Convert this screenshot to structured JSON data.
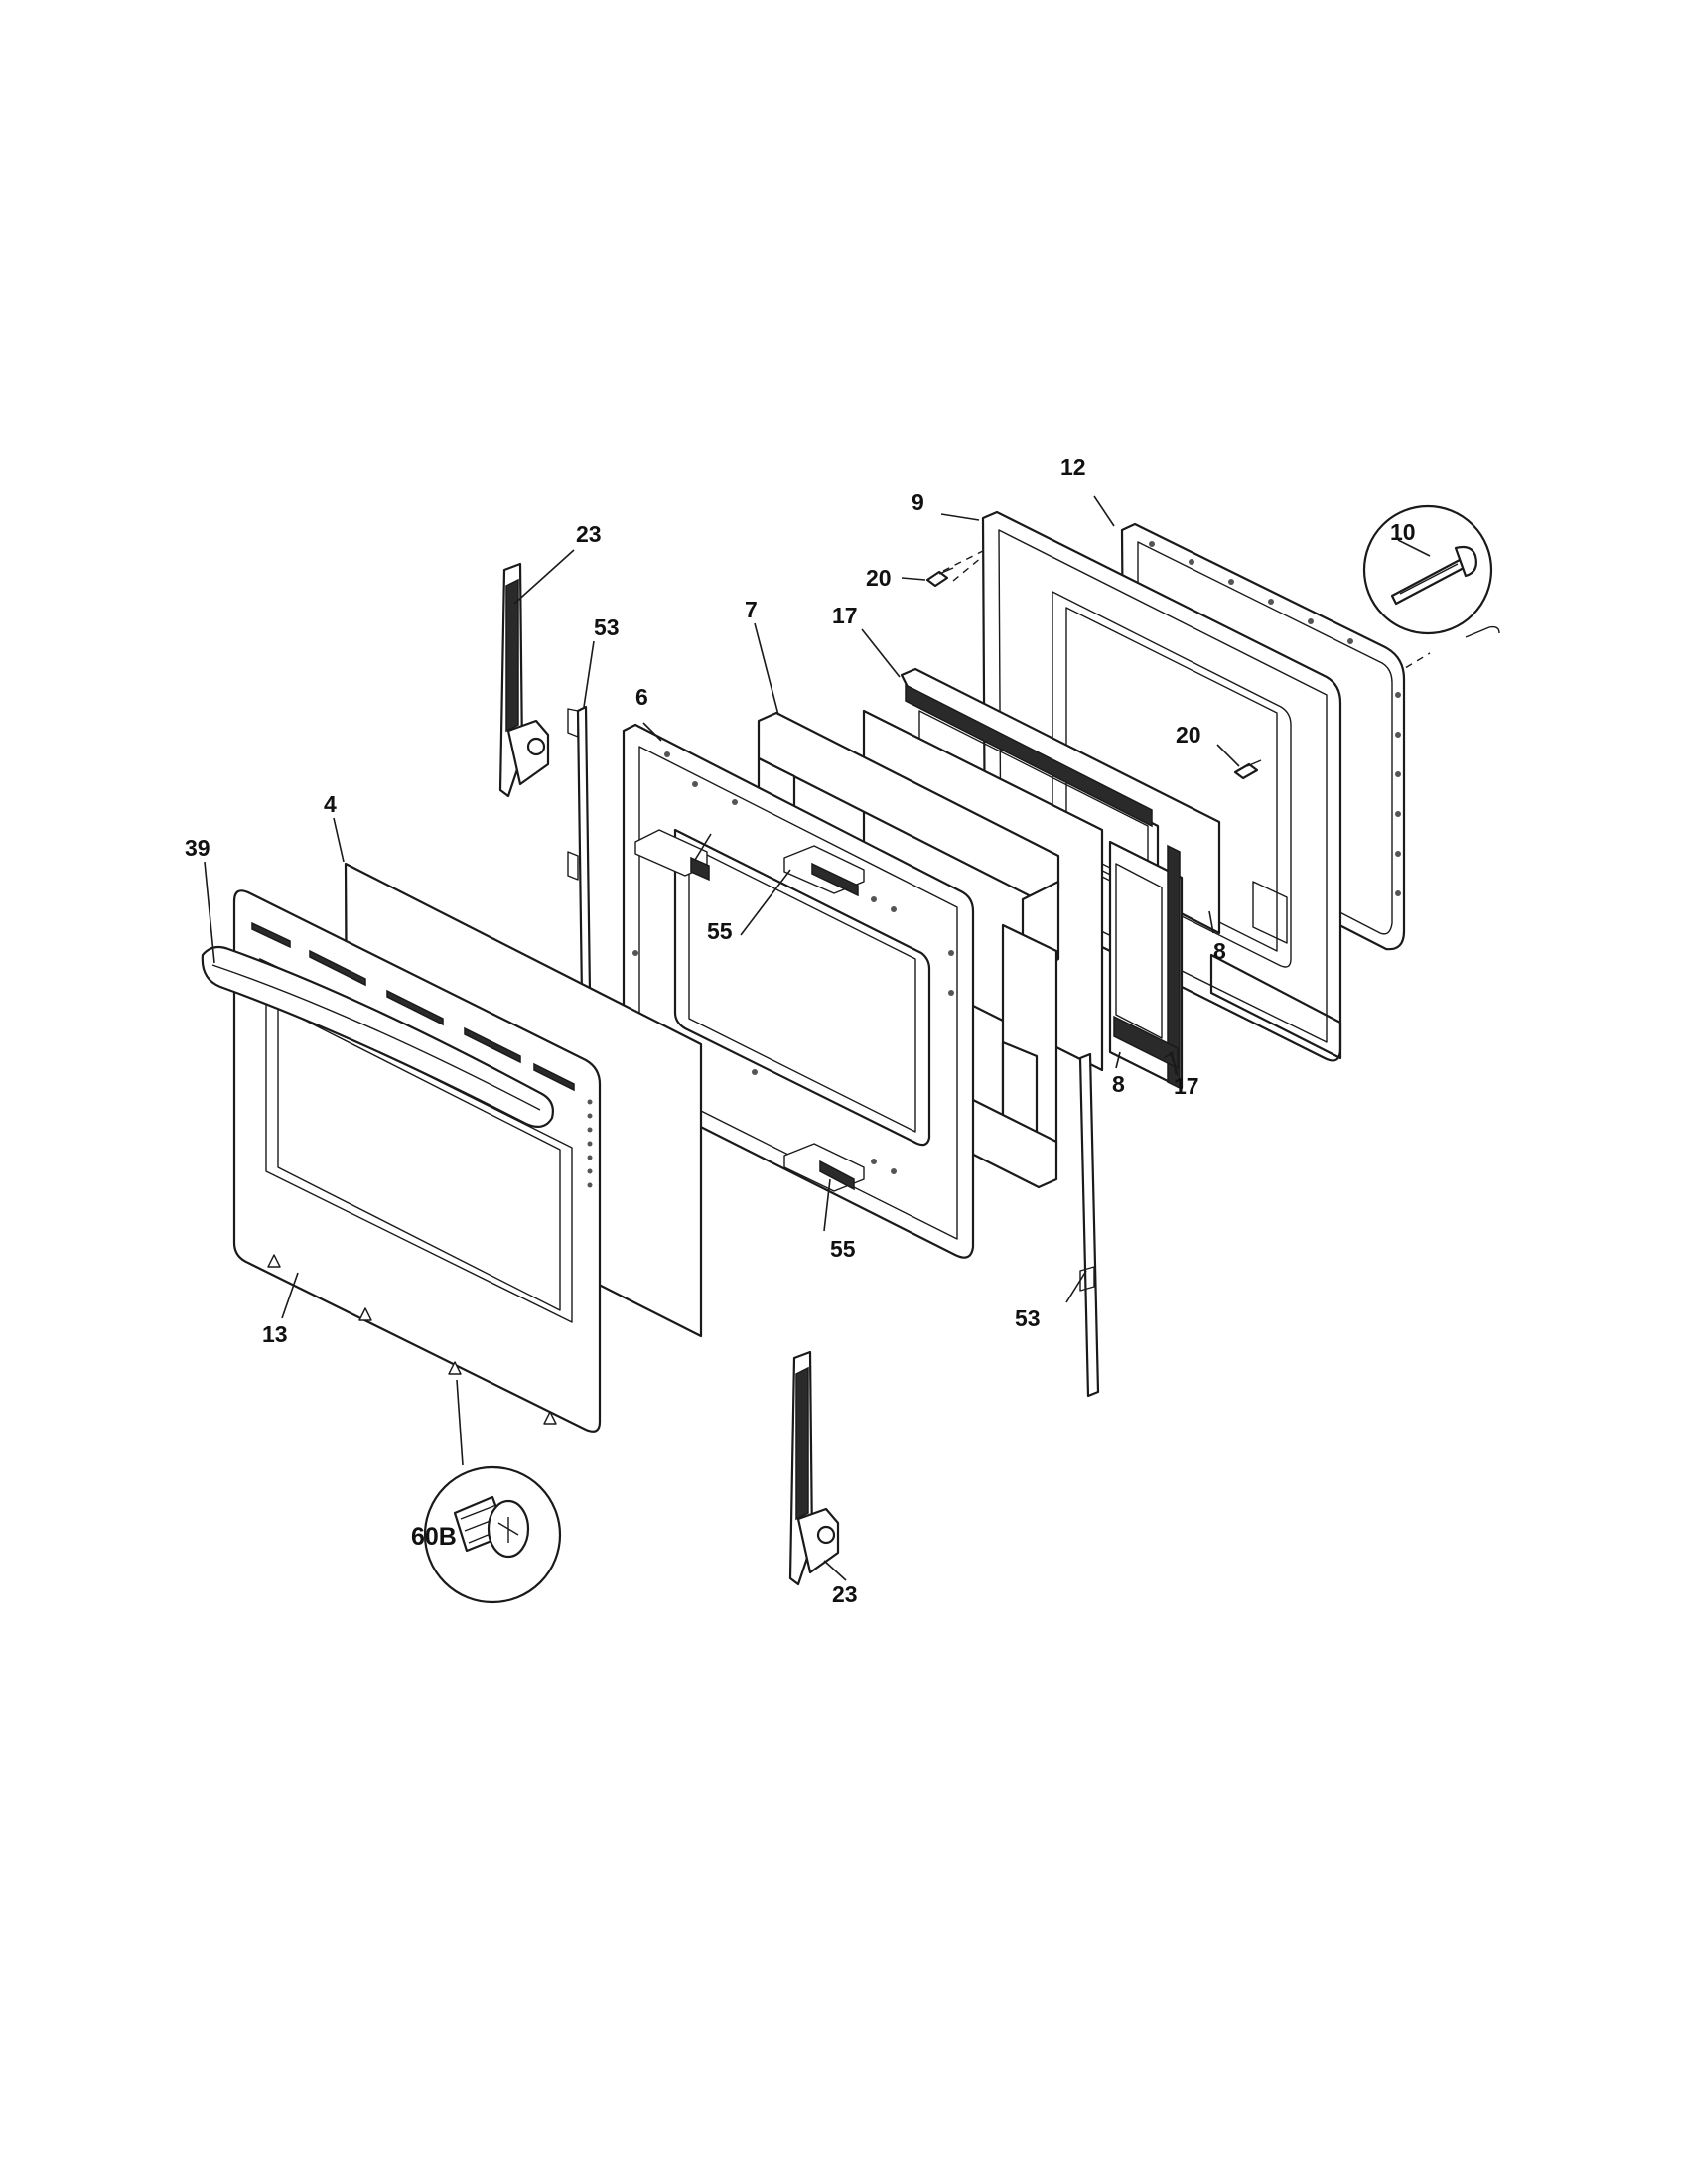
{
  "diagram": {
    "type": "exploded-parts-diagram",
    "callouts": [
      {
        "id": "c12",
        "text": "12"
      },
      {
        "id": "c9",
        "text": "9"
      },
      {
        "id": "c10",
        "text": "10"
      },
      {
        "id": "c20a",
        "text": "20"
      },
      {
        "id": "c20b",
        "text": "20"
      },
      {
        "id": "c23a",
        "text": "23"
      },
      {
        "id": "c23b",
        "text": "23"
      },
      {
        "id": "c53a",
        "text": "53"
      },
      {
        "id": "c53b",
        "text": "53"
      },
      {
        "id": "c7",
        "text": "7"
      },
      {
        "id": "c17a",
        "text": "17"
      },
      {
        "id": "c17b",
        "text": "17"
      },
      {
        "id": "c6",
        "text": "6"
      },
      {
        "id": "c4",
        "text": "4"
      },
      {
        "id": "c39",
        "text": "39"
      },
      {
        "id": "c55a",
        "text": "55"
      },
      {
        "id": "c55b",
        "text": "55"
      },
      {
        "id": "c8a",
        "text": "8"
      },
      {
        "id": "c8b",
        "text": "8"
      },
      {
        "id": "c13",
        "text": "13"
      },
      {
        "id": "c60B",
        "text": "60B"
      }
    ]
  }
}
